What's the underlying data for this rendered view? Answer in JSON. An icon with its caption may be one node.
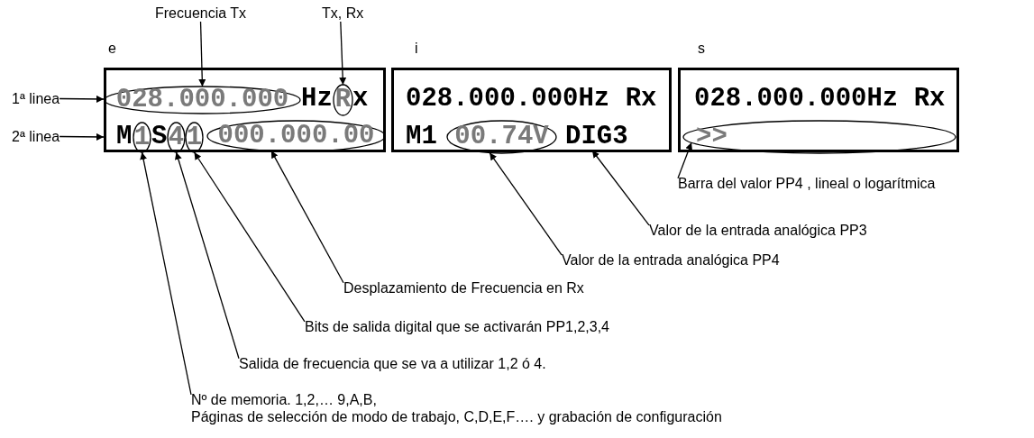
{
  "diagram": {
    "nodes": [
      {
        "text": [
          "e"
        ]
      },
      {
        "text": [
          "028.000.000"
        ],
        "in": 0
      },
      {
        "text": [
          "R"
        ],
        "in": 0
      },
      {
        "text": [
          "1"
        ],
        "in": 0
      },
      {
        "text": [
          "4"
        ],
        "in": 0
      },
      {
        "text": [
          "1"
        ],
        "in": 0
      },
      {
        "text": [
          "000.000.00"
        ],
        "in": 0
      },
      {
        "text": [
          "i"
        ]
      },
      {
        "text": [
          "00.74V"
        ],
        "in": 7
      },
      {
        "text": [
          "DIG3"
        ],
        "in": 7
      },
      {
        "text": [
          "s"
        ]
      },
      {
        "text": [
          ">>"
        ],
        "in": 10
      },
      {
        "text": [
          "Frecuencia Tx"
        ]
      },
      {
        "text": [
          "Tx, Rx"
        ]
      },
      {
        "text": [
          "1ª linea"
        ]
      },
      {
        "text": [
          "2ª linea"
        ]
      },
      {
        "text": [
          "Barra del valor PP4 , lineal o logarítmica"
        ]
      },
      {
        "text": [
          "Valor de la entrada analógica PP3"
        ]
      },
      {
        "text": [
          "Valor de la entrada analógica PP4"
        ]
      },
      {
        "text": [
          "Desplazamiento de Frecuencia en Rx"
        ]
      },
      {
        "text": [
          "Bits de salida digital que se activarán PP1,2,3,4"
        ]
      },
      {
        "text": [
          "Salida de frecuencia que se va a utilizar 1,2 ó 4."
        ]
      },
      {
        "text": [
          "Nº de memoria. 1,2,… 9,A,B,",
          "Páginas de selección de modo de trabajo, C,D,E,F…. y grabación de configuración"
        ]
      }
    ],
    "edges": [
      {
        "from": 12,
        "to": 1,
        "arrow": "to"
      },
      {
        "from": 13,
        "to": 2,
        "arrow": "to"
      },
      {
        "from": 14,
        "to": 0,
        "arrow": "to"
      },
      {
        "from": 15,
        "to": 0,
        "arrow": "to"
      },
      {
        "from": 16,
        "to": 11,
        "arrow": "to"
      },
      {
        "from": 17,
        "to": 9,
        "arrow": "to"
      },
      {
        "from": 18,
        "to": 8,
        "arrow": "to"
      },
      {
        "from": 19,
        "to": 6,
        "arrow": "to"
      },
      {
        "from": 20,
        "to": 5,
        "arrow": "to"
      },
      {
        "from": 21,
        "to": 4,
        "arrow": "to"
      },
      {
        "from": 22,
        "to": 3,
        "arrow": "to"
      }
    ],
    "labels": [
      "Hz",
      "x",
      "M",
      "S",
      "028.000.000Hz Rx",
      "M1",
      "028.000.000Hz Rx"
    ]
  }
}
